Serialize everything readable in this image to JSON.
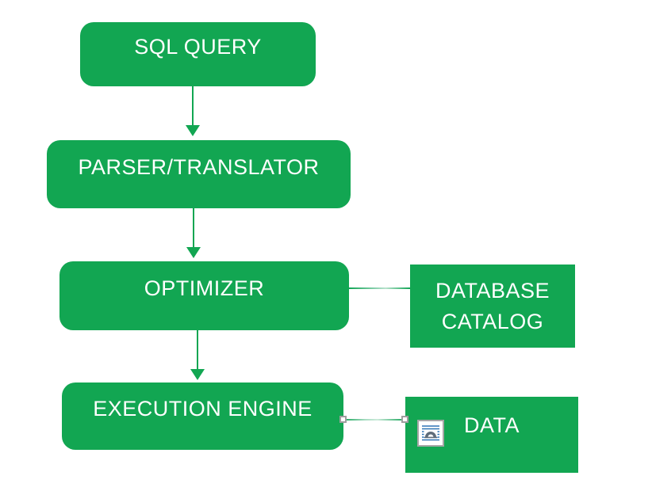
{
  "diagram": {
    "description": "SQL query processing flow diagram",
    "nodes": [
      {
        "id": "sql-query",
        "label": "SQL QUERY",
        "shape": "rounded-rectangle"
      },
      {
        "id": "parser-translator",
        "label": "PARSER/TRANSLATOR",
        "shape": "rounded-rectangle"
      },
      {
        "id": "optimizer",
        "label": "OPTIMIZER",
        "shape": "rounded-rectangle"
      },
      {
        "id": "database-catalog",
        "label": "DATABASE CATALOG",
        "shape": "rectangle"
      },
      {
        "id": "execution-engine",
        "label": "EXECUTION ENGINE",
        "shape": "rounded-rectangle"
      },
      {
        "id": "data",
        "label": "DATA",
        "shape": "rectangle",
        "icon": "embedded-object-icon"
      }
    ],
    "connections": [
      {
        "from": "sql-query",
        "to": "parser-translator",
        "type": "arrow-down"
      },
      {
        "from": "parser-translator",
        "to": "optimizer",
        "type": "arrow-down"
      },
      {
        "from": "optimizer",
        "to": "database-catalog",
        "type": "plain-line"
      },
      {
        "from": "optimizer",
        "to": "execution-engine",
        "type": "arrow-down"
      },
      {
        "from": "execution-engine",
        "to": "data",
        "type": "plain-line-selected-with-handles"
      }
    ],
    "colors": {
      "node_fill": "#12a652",
      "node_text": "#ffffff",
      "connector": "#12a652",
      "selected_connector_mid": "#cdeadb",
      "handle_fill": "#ffffff",
      "handle_border": "#9e9e9e",
      "icon_border": "#a6a6a6",
      "icon_lines": "#2e74b5",
      "icon_arch": "#5f6d7a",
      "background": "#ffffff"
    }
  }
}
